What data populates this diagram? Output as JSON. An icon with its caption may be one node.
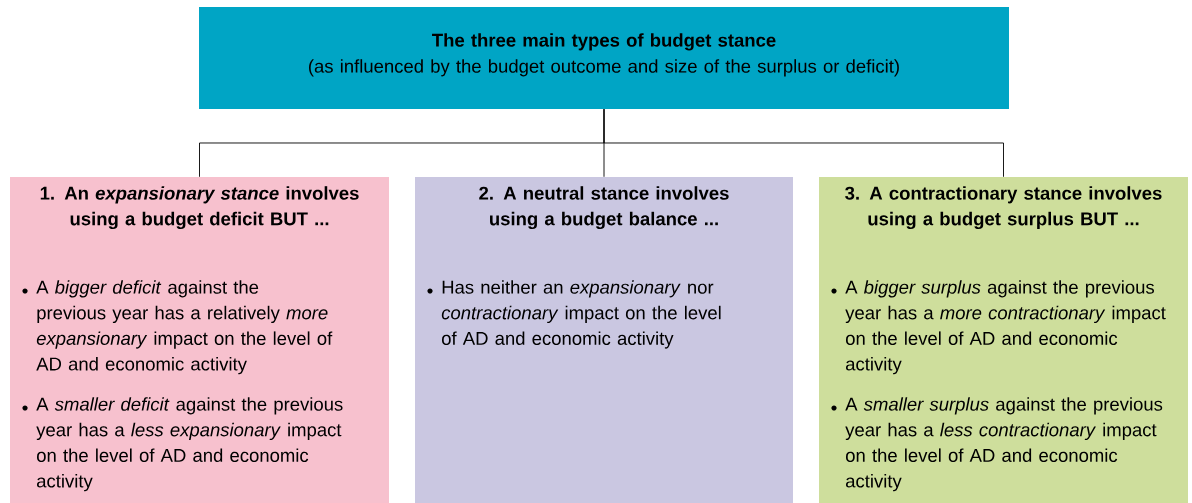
{
  "diagram": {
    "nodes": [
      {
        "text": [
          "The three main types of budget stance",
          "(as influenced by the budget outcome and size of the surplus or deficit)"
        ]
      },
      {
        "text": [
          "1. An *expansionary stance* involves using a budget deficit BUT ...",
          "A *bigger deficit* against the previous year has a relatively *more expansionary* impact on the level of AD and economic activity",
          "A *smaller deficit* against the previous year has a *less expansionary* impact on the level of AD and economic activity"
        ]
      },
      {
        "text": [
          "2. A neutral stance involves using a budget balance ...",
          "Has neither an *expansionary* nor *contractionary* impact on the level of AD and economic activity"
        ]
      },
      {
        "text": [
          "3. A contractionary stance involves using a budget surplus BUT ...",
          "A *bigger surplus* against the previous year has a *more contractionary* impact on the level of AD and economic activity",
          "A *smaller surplus* against the previous year has a *less contractionary* impact on the level of AD and economic activity"
        ]
      }
    ],
    "edges": [
      {
        "from": 0,
        "to": 1,
        "arrow": "none"
      },
      {
        "from": 0,
        "to": 2,
        "arrow": "none"
      },
      {
        "from": 0,
        "to": 3,
        "arrow": "none"
      }
    ]
  }
}
